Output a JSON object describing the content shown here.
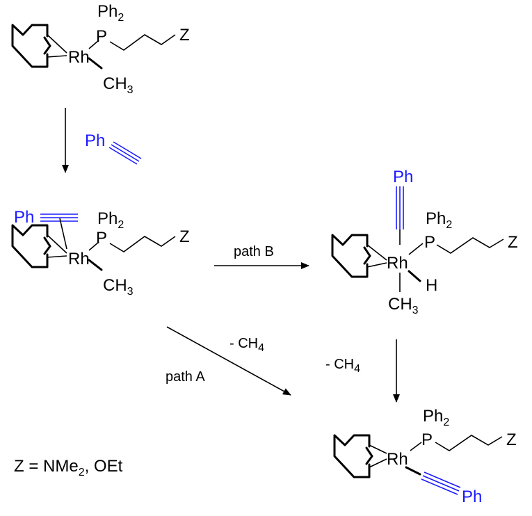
{
  "reagent": {
    "ph": "Ph"
  },
  "complex1": {
    "ph2": "Ph",
    "ph2_sub": "2",
    "p": "P",
    "z": "Z",
    "rh": "Rh",
    "ch": "CH",
    "ch_sub": "3"
  },
  "complex2": {
    "ph_alkyne": "Ph",
    "ph2": "Ph",
    "ph2_sub": "2",
    "p": "P",
    "z": "Z",
    "rh": "Rh",
    "ch": "CH",
    "ch_sub": "3"
  },
  "complex3": {
    "ph_alkyne": "Ph",
    "ph2": "Ph",
    "ph2_sub": "2",
    "p": "P",
    "z": "Z",
    "rh": "Rh",
    "h": "H",
    "ch": "CH",
    "ch_sub": "3"
  },
  "complex4": {
    "ph2": "Ph",
    "ph2_sub": "2",
    "p": "P",
    "z": "Z",
    "rh": "Rh",
    "ph_alkyne": "Ph"
  },
  "arrows": {
    "path_b": "path B",
    "path_a": "path A",
    "minus_ch4_a": "- CH",
    "minus_ch4_a_sub": "4",
    "minus_ch4_b": "- CH",
    "minus_ch4_b_sub": "4"
  },
  "footnote": {
    "z_text": "Z = NMe",
    "z_sub": "2",
    "z_tail": ", OEt"
  },
  "colors": {
    "reagent": "#1a1aff",
    "path_label": "#e02020",
    "ink": "#000000"
  }
}
